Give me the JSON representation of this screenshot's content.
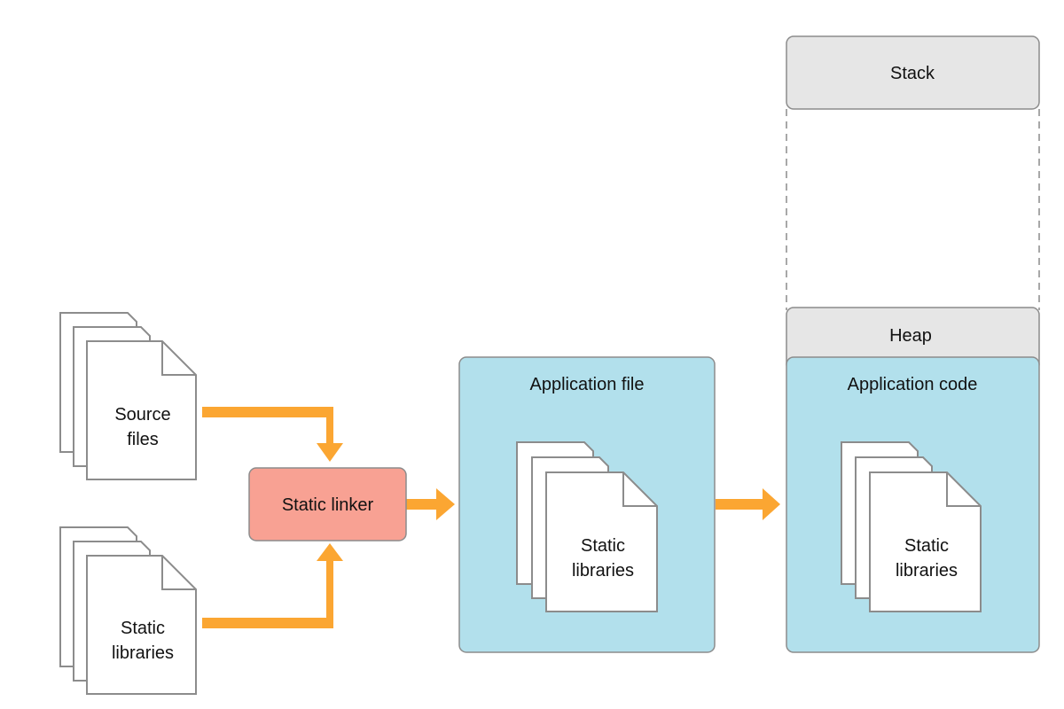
{
  "source_files": {
    "line1": "Source",
    "line2": "files"
  },
  "input_static_libraries": {
    "line1": "Static",
    "line2": "libraries"
  },
  "static_linker": {
    "label": "Static linker"
  },
  "application_file": {
    "title": "Application file",
    "libraries_line1": "Static",
    "libraries_line2": "libraries"
  },
  "memory": {
    "stack_label": "Stack",
    "heap_label": "Heap",
    "code_title": "Application code",
    "libraries_line1": "Static",
    "libraries_line2": "libraries"
  },
  "colors": {
    "arrow": "#FBA632",
    "linker_fill": "#F8A193",
    "app_fill": "#B2E0EC",
    "memory_gray": "#E6E6E6",
    "outline": "#8C8C8C"
  }
}
